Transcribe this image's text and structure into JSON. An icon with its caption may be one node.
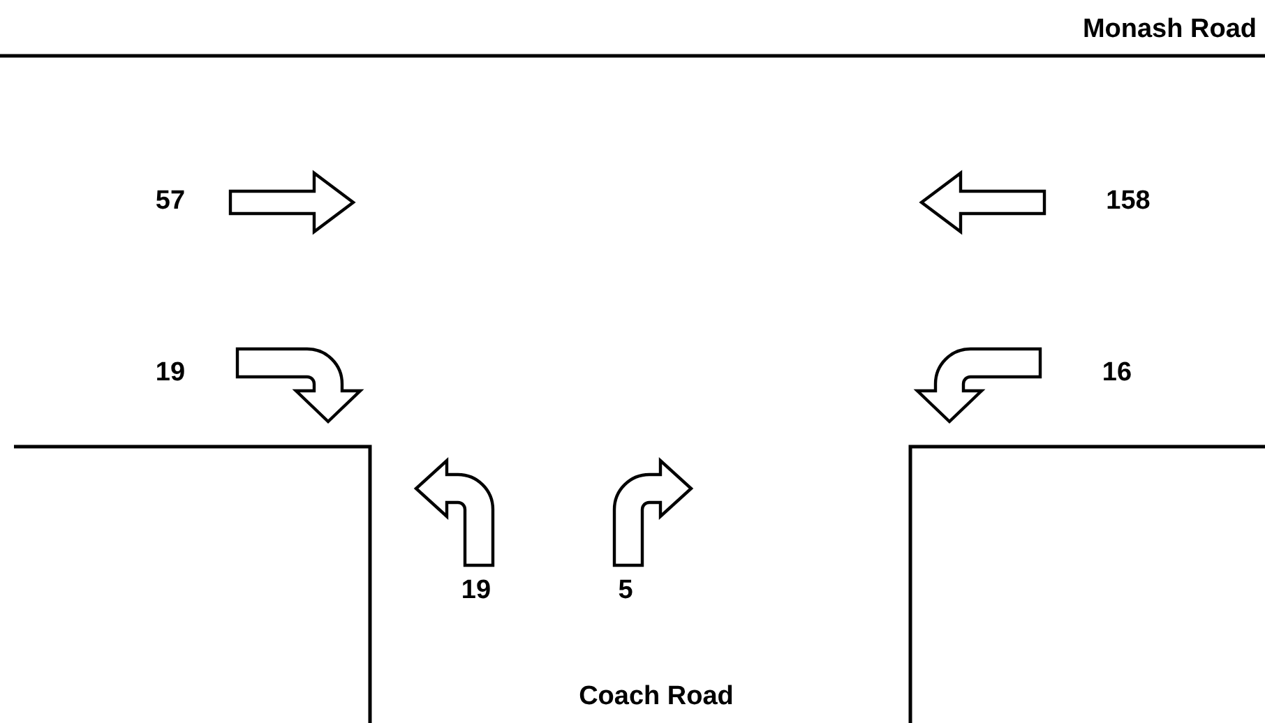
{
  "diagram": {
    "labels": [
      "Monash Road",
      "57",
      "158",
      "19",
      "16",
      "19",
      "5",
      "Coach Road"
    ]
  }
}
